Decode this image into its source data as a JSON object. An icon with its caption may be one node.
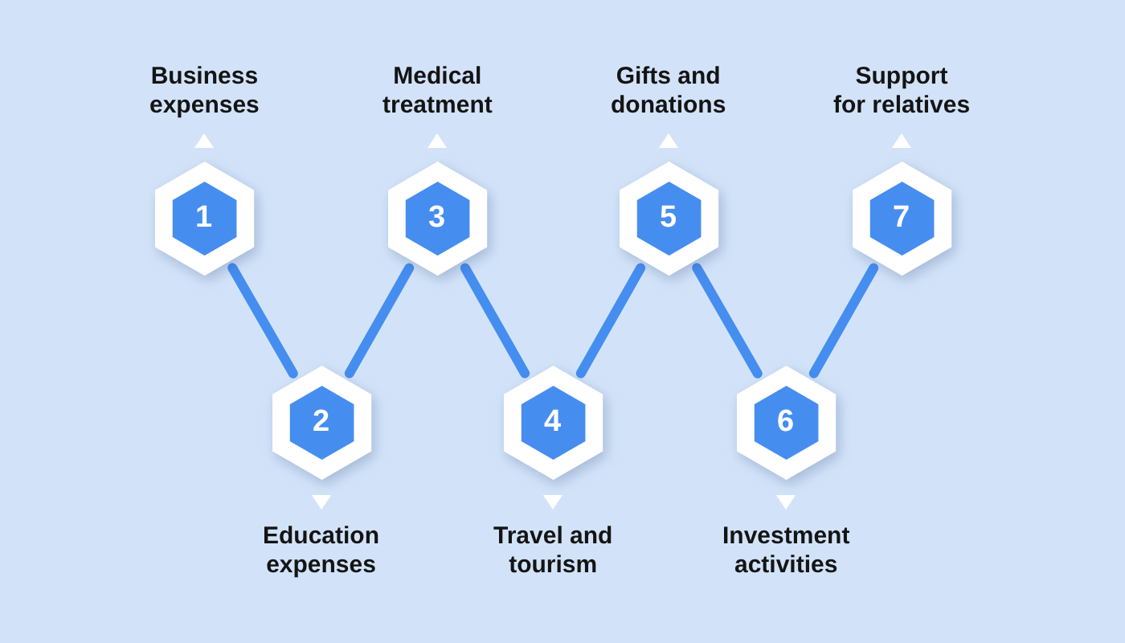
{
  "diagram": {
    "nodes": [
      {
        "text": [
          "1"
        ],
        "beside": [
          "Business expenses"
        ]
      },
      {
        "text": [
          "2"
        ],
        "beside": [
          "Education expenses"
        ]
      },
      {
        "text": [
          "3"
        ],
        "beside": [
          "Medical treatment"
        ]
      },
      {
        "text": [
          "4"
        ],
        "beside": [
          "Travel and tourism"
        ]
      },
      {
        "text": [
          "5"
        ],
        "beside": [
          "Gifts and donations"
        ]
      },
      {
        "text": [
          "6"
        ],
        "beside": [
          "Investment activities"
        ]
      },
      {
        "text": [
          "7"
        ],
        "beside": [
          "Support for relatives"
        ]
      }
    ],
    "edges": [
      {
        "from": 0,
        "to": 1,
        "arrow": "none"
      },
      {
        "from": 1,
        "to": 2,
        "arrow": "none"
      },
      {
        "from": 2,
        "to": 3,
        "arrow": "none"
      },
      {
        "from": 3,
        "to": 4,
        "arrow": "none"
      },
      {
        "from": 4,
        "to": 5,
        "arrow": "none"
      },
      {
        "from": 5,
        "to": 6,
        "arrow": "none"
      }
    ]
  }
}
